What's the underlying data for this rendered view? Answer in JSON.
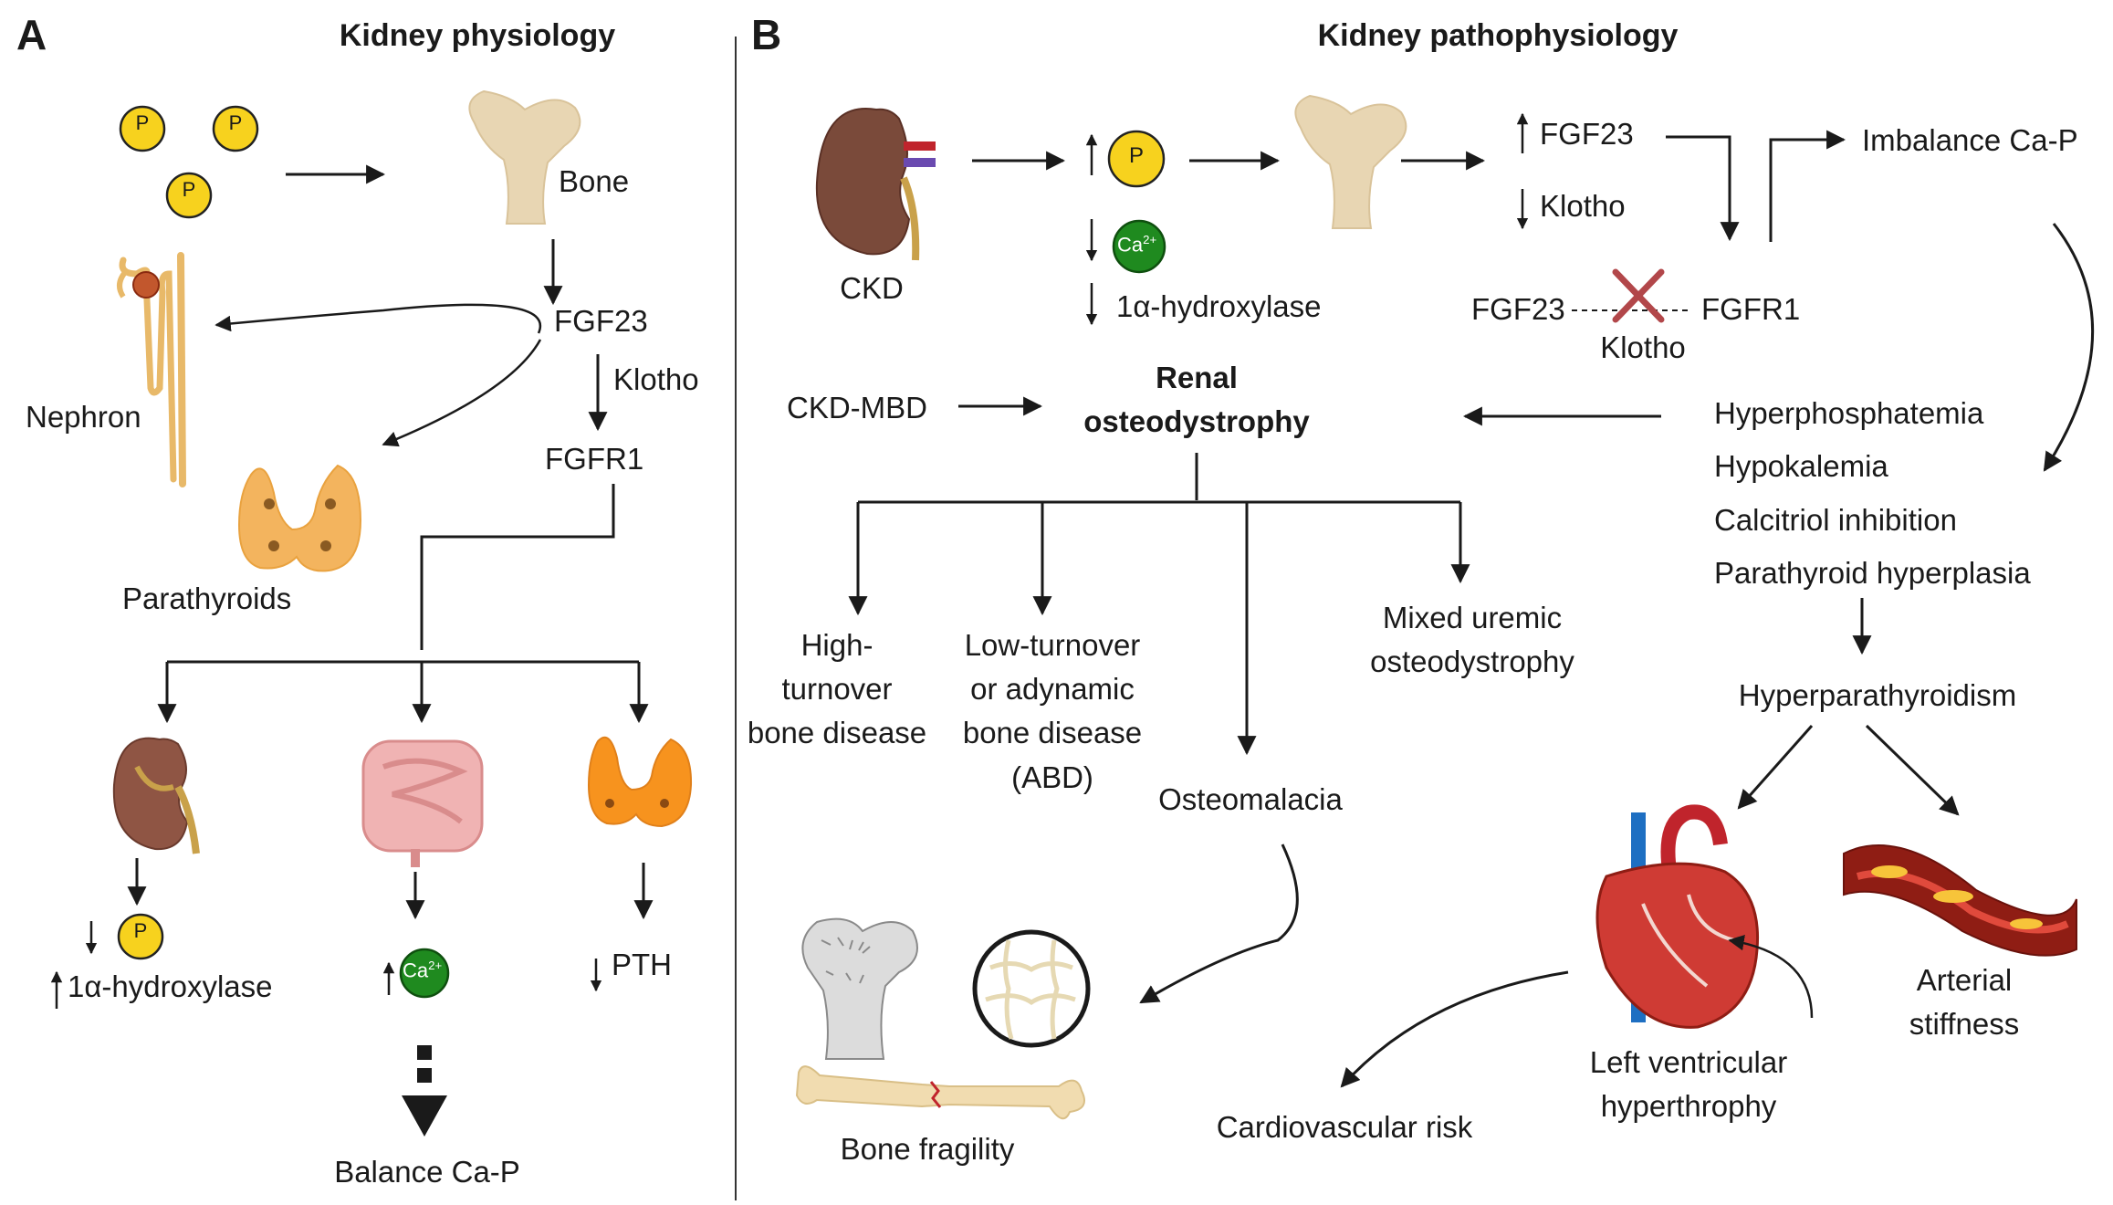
{
  "panel_a": {
    "letter": "A",
    "title": "Kidney physiology",
    "phosphate_symbol": "P",
    "bone_label": "Bone",
    "fgf23_label": "FGF23",
    "klotho_label": "Klotho",
    "fgfr1_label": "FGFR1",
    "nephron_label": "Nephron",
    "parathyroids_label": "Parathyroids",
    "hydroxylase_label": "1α-hydroxylase",
    "calcium_symbol": "Ca",
    "calcium_charge": "2+",
    "pth_label": "PTH",
    "balance_label": "Balance Ca-P"
  },
  "panel_b": {
    "letter": "B",
    "title": "Kidney pathophysiology",
    "ckd_label": "CKD",
    "phosphate_symbol": "P",
    "calcium_symbol": "Ca",
    "calcium_charge": "2+",
    "hydroxylase_label": "1α-hydroxylase",
    "fgf23_label": "FGF23",
    "klotho_label": "Klotho",
    "fgfr1_label": "FGFR1",
    "imbalance_label": "Imbalance Ca-P",
    "ckd_mbd_label": "CKD-MBD",
    "renal_osteo_line1": "Renal",
    "renal_osteo_line2": "osteodystrophy",
    "conditions": [
      "Hyperphosphatemia",
      "Hypokalemia",
      "Calcitriol inhibition",
      "Parathyroid hyperplasia"
    ],
    "hyperpara_label": "Hyperparathyroidism",
    "high_turnover": [
      "High-",
      "turnover",
      "bone disease"
    ],
    "low_turnover": [
      "Low-turnover",
      "or adynamic",
      "bone disease",
      "(ABD)"
    ],
    "osteomalacia_label": "Osteomalacia",
    "mixed_uremic": [
      "Mixed uremic",
      "osteodystrophy"
    ],
    "bone_fragility_label": "Bone fragility",
    "cardio_risk_label": "Cardiovascular risk",
    "lvh_label": [
      "Left ventricular",
      "hyperthrophy"
    ],
    "arterial_label": [
      "Arterial",
      "stiffness"
    ]
  },
  "colors": {
    "phosphate_fill": "#f7d21e",
    "calcium_fill": "#1f8a1f",
    "bone_fill": "#e8d6b3",
    "parathyroid_fill": "#f2a33b",
    "kidney_fill": "#7a4a3a",
    "heart_fill": "#cf3b34",
    "artery_fill": "#8f1d14",
    "cross_color": "#b2474a"
  }
}
